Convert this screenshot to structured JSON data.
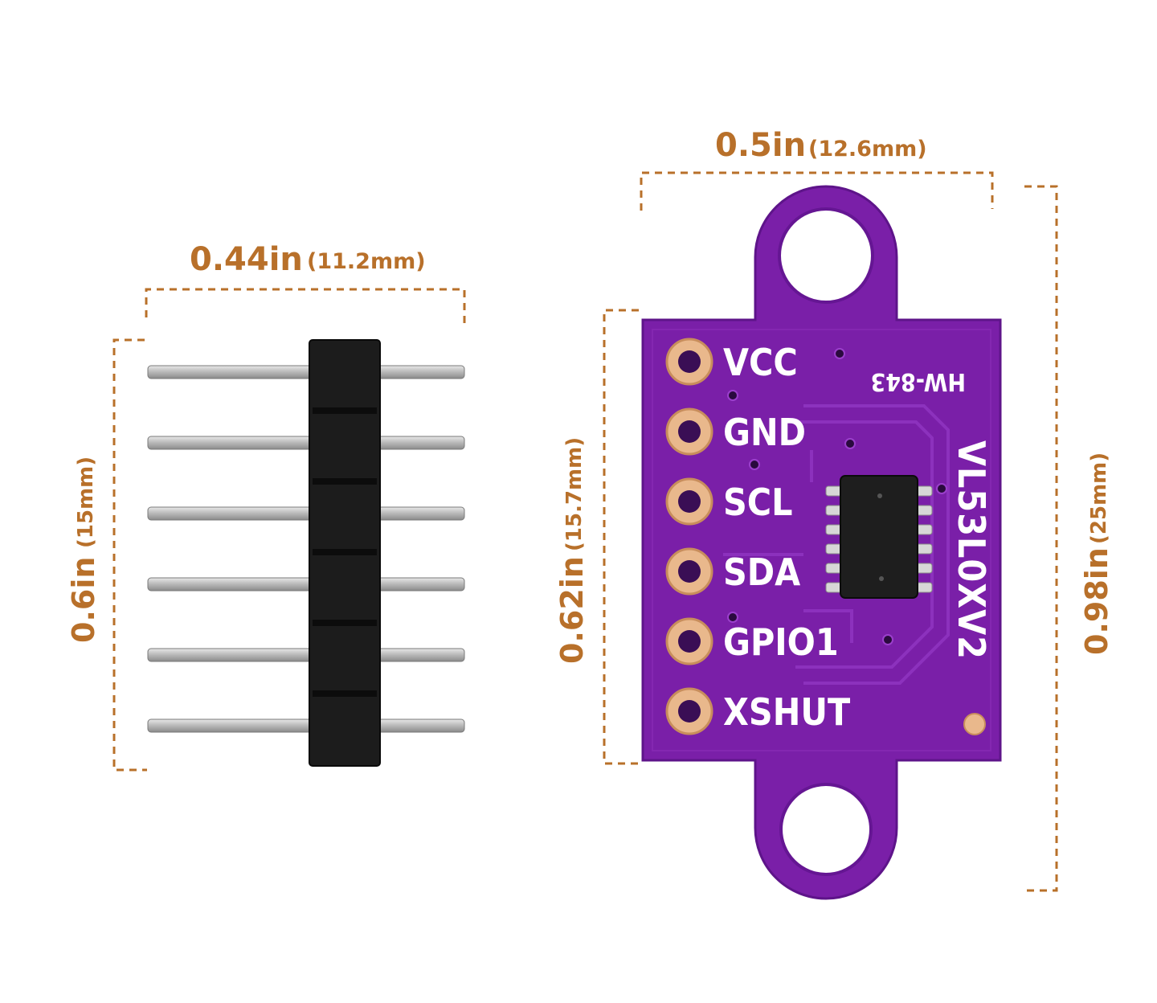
{
  "colors": {
    "dimension": "#b8702a",
    "pcb": "#7a1fa8",
    "pcb_dark": "#5e148a",
    "pad": "#e9b88c",
    "header_plastic": "#1a1a1a",
    "pin_metal": "#c8c8c8"
  },
  "header": {
    "width": {
      "value": "0.44in",
      "metric": "(11.2mm)"
    },
    "height": {
      "value": "0.6in",
      "metric": "(15mm)"
    },
    "pin_count": 6
  },
  "board": {
    "width": {
      "value": "0.5in",
      "metric": "(12.6mm)"
    },
    "body_height": {
      "value": "0.62in",
      "metric": "(15.7mm)"
    },
    "total_height": {
      "value": "0.98in",
      "metric": "(25mm)"
    },
    "model_text": "HW-843",
    "chip_text": "VL53L0XV2",
    "pins": [
      "VCC",
      "GND",
      "SCL",
      "SDA",
      "GPIO1",
      "XSHUT"
    ]
  }
}
